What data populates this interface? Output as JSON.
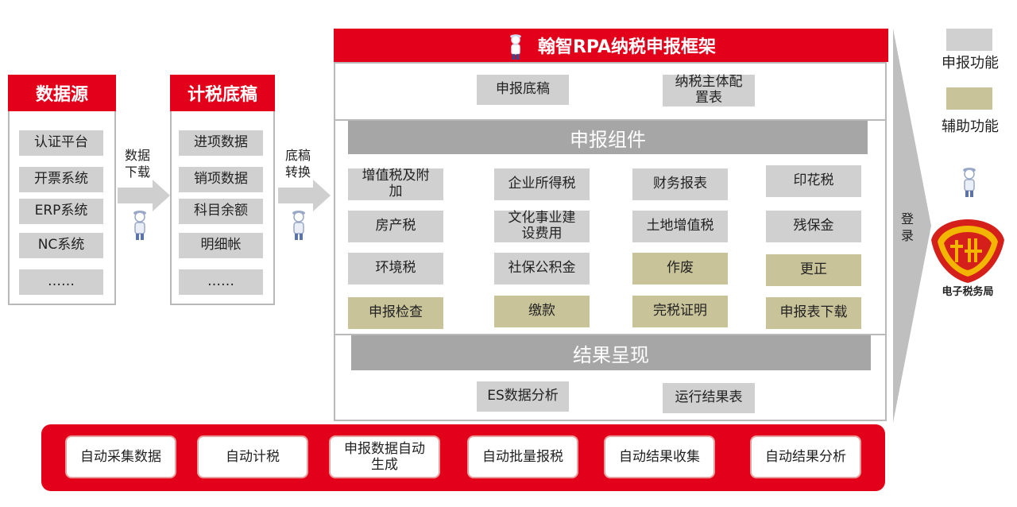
{
  "datasource": {
    "title": "数据源",
    "items": [
      "认证平台",
      "开票系统",
      "ERP系统",
      "NC系统",
      "……"
    ]
  },
  "arrow1": {
    "label": "数据\n下载"
  },
  "draft": {
    "title": "计税底稿",
    "items": [
      "进项数据",
      "销项数据",
      "科目余额",
      "明细帐",
      "……"
    ]
  },
  "arrow2": {
    "label": "底稿\n转换"
  },
  "framework": {
    "title": "翰智RPA纳税申报框架",
    "top_items": [
      "申报底稿",
      "纳税主体配\n置表"
    ],
    "components_title": "申报组件",
    "grid": [
      "增值税及附\n加",
      "企业所得税",
      "财务报表",
      "印花税",
      "房产税",
      "文化事业建\n设费用",
      "土地增值税",
      "残保金",
      "环境税",
      "社保公积金",
      "作废",
      "更正",
      "申报检查",
      "缴款",
      "完税证明",
      "申报表下载"
    ],
    "results_title": "结果呈现",
    "result_items": [
      "ES数据分析",
      "运行结果表"
    ]
  },
  "login": {
    "label": "登\n录"
  },
  "legend": {
    "declare_label": "申报功能",
    "aux_label": "辅助功能",
    "declare_color": "#d0d0d0",
    "aux_color": "#c9c39a"
  },
  "tax_bureau": {
    "label": "电子税务局"
  },
  "bottom": {
    "items": [
      "自动采集数据",
      "自动计税",
      "申报数据自动\n生成",
      "自动批量报税",
      "自动结果收集",
      "自动结果分析"
    ]
  },
  "colors": {
    "brand_red": "#e2001a",
    "gray_bar": "#a6a6a6"
  }
}
